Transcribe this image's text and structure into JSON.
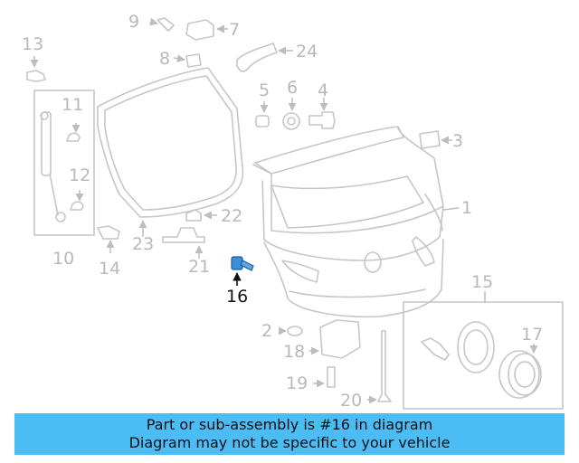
{
  "diagram": {
    "highlighted_part": "16",
    "callouts": {
      "c1": "1",
      "c2": "2",
      "c3": "3",
      "c4": "4",
      "c5": "5",
      "c6": "6",
      "c7": "7",
      "c8": "8",
      "c9": "9",
      "c10": "10",
      "c11": "11",
      "c12": "12",
      "c13": "13",
      "c14": "14",
      "c15": "15",
      "c16": "16",
      "c17": "17",
      "c18": "18",
      "c19": "19",
      "c20": "20",
      "c21": "21",
      "c22": "22",
      "c23": "23",
      "c24": "24"
    },
    "colors": {
      "part_line": "#c6c6c6",
      "label": "#b9b9b9",
      "highlight": "#3a8fd6",
      "highlight_label": "#111111"
    }
  },
  "banner": {
    "line1": "Part or sub-assembly is #16 in diagram",
    "line2": "Diagram may not be specific to your vehicle",
    "color": "#4bbcf4"
  }
}
